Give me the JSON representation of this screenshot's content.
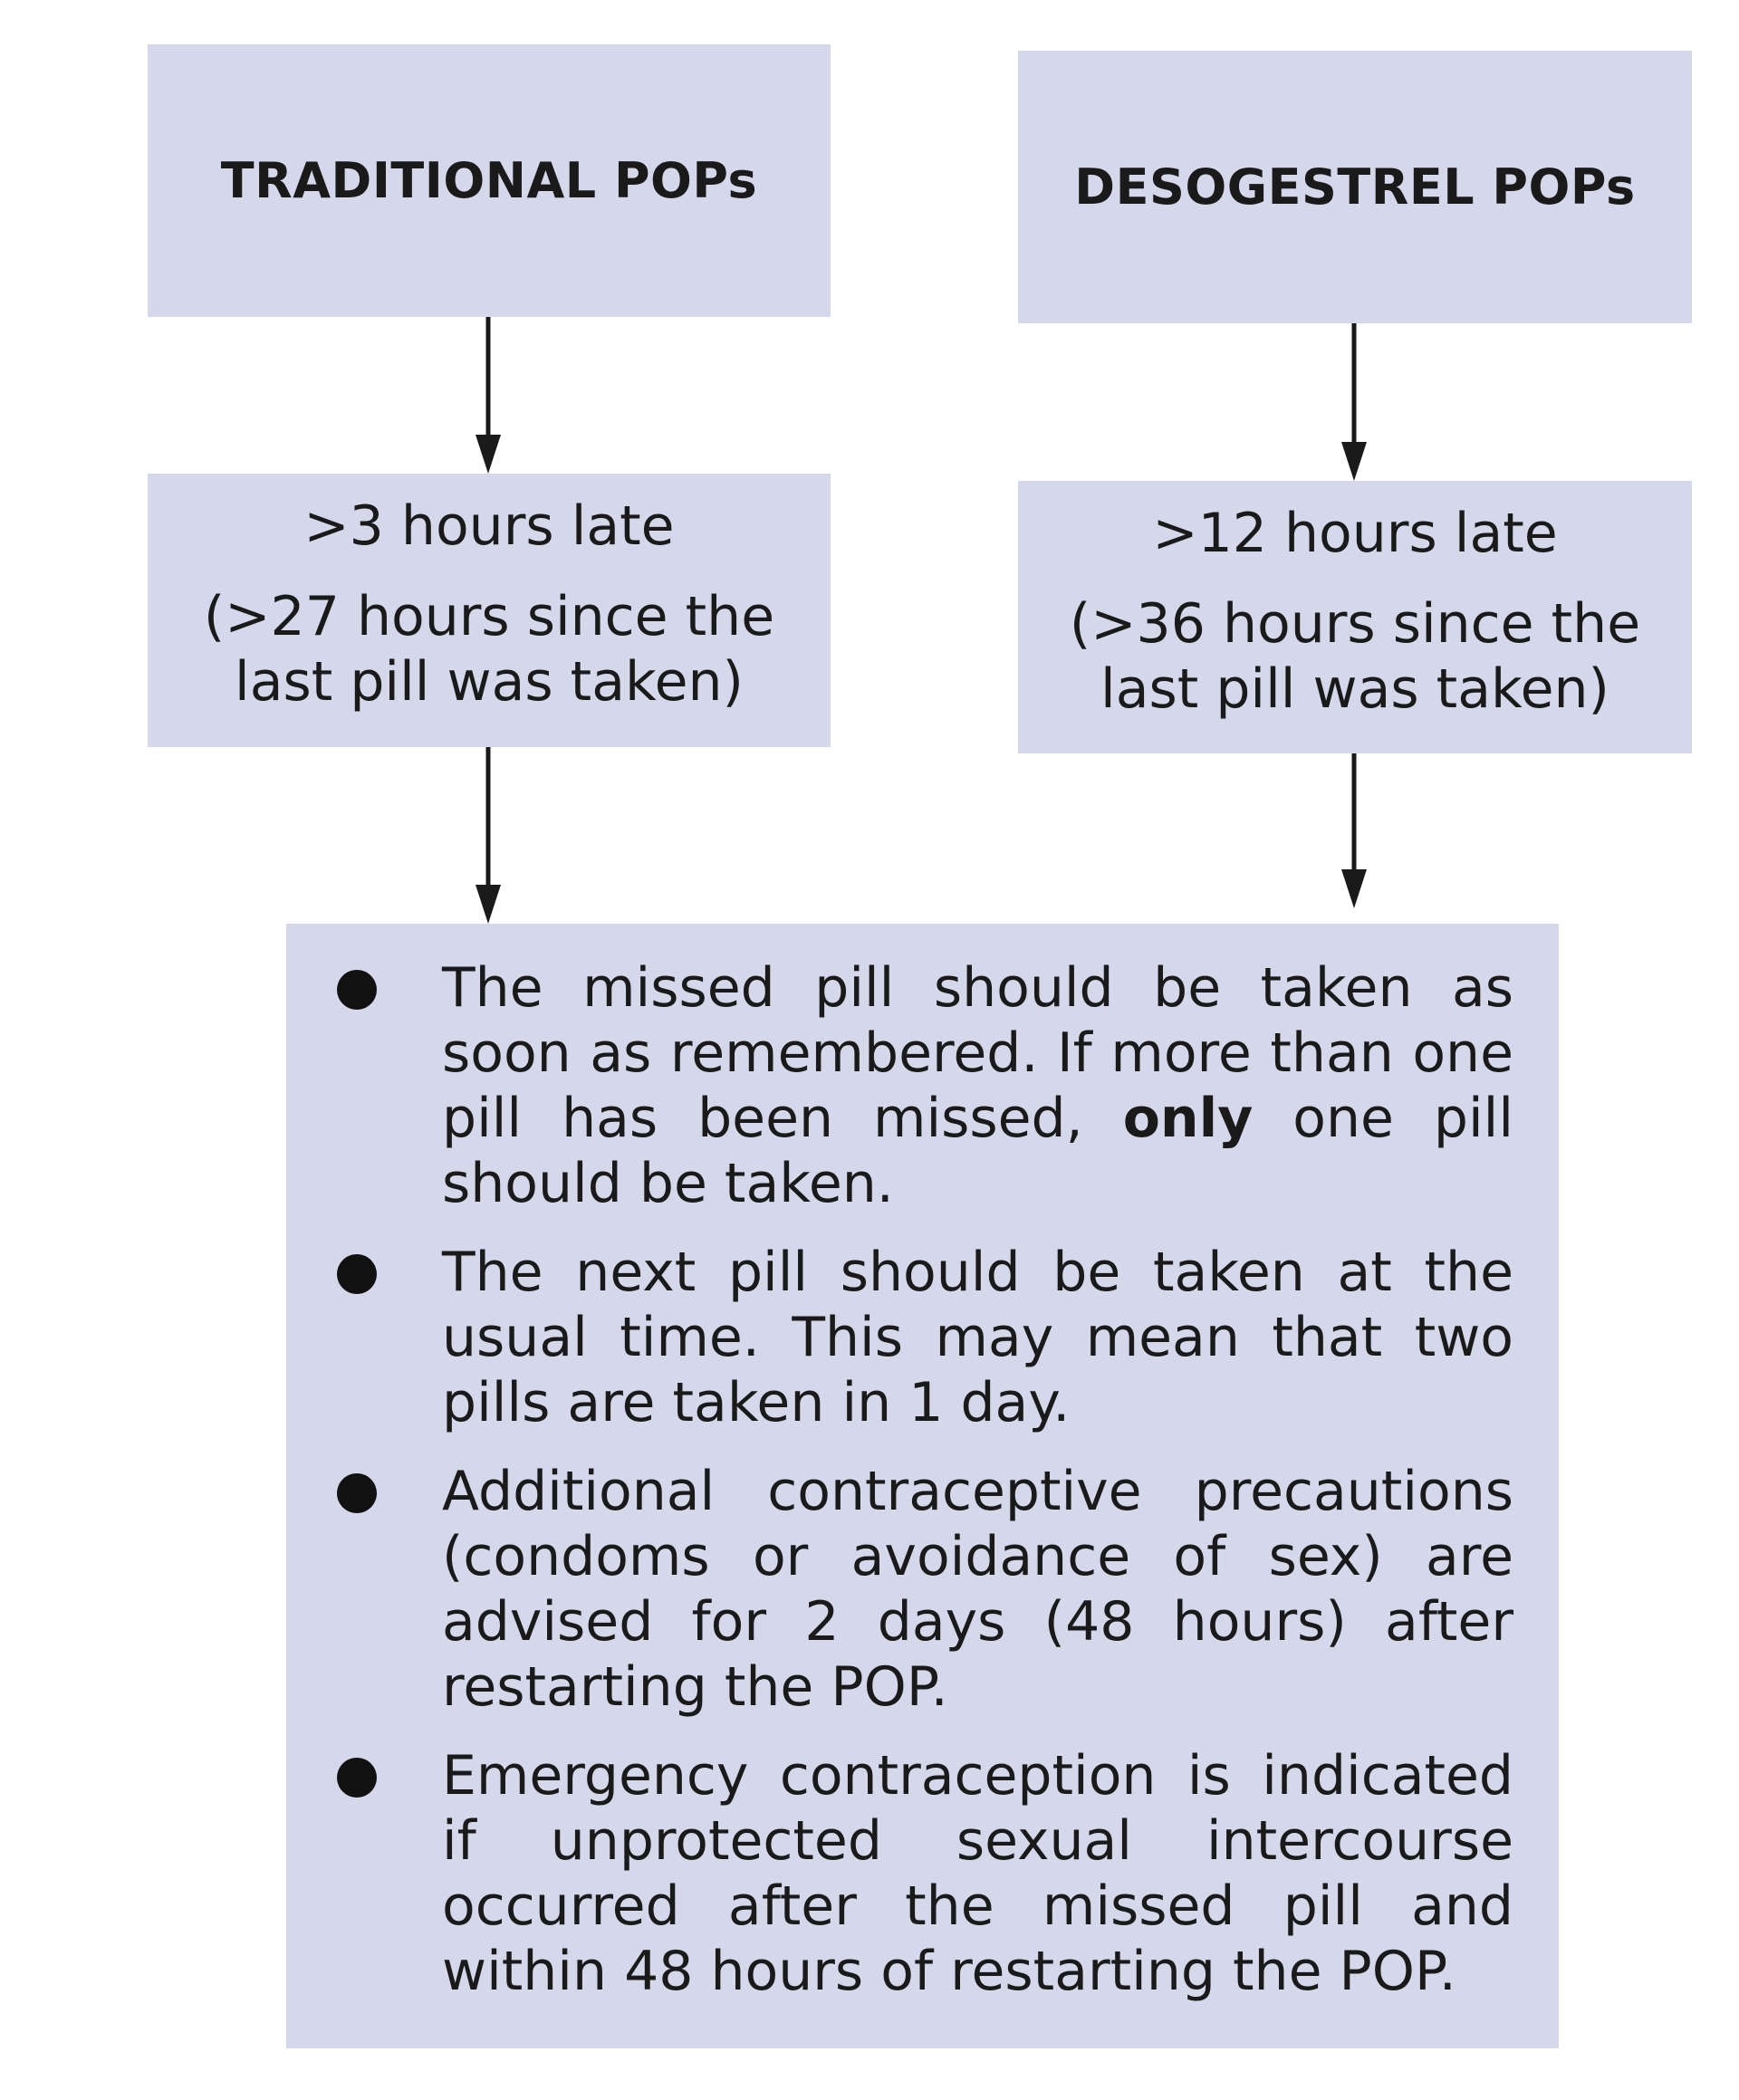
{
  "columns": [
    {
      "header": "TRADITIONAL POPs",
      "late_title": ">3 hours late",
      "late_detail": "(>27 hours since the last pill was taken)"
    },
    {
      "header": "DESOGESTREL POPs",
      "late_title": ">12 hours late",
      "late_detail": "(>36 hours since the last pill was taken)"
    }
  ],
  "advice": {
    "items": [
      {
        "text_before": "The missed pill should be taken as soon as remembered. If more than one pill has been missed, ",
        "emphasis": "only",
        "text_after": " one pill should be taken."
      },
      {
        "text_before": "The next pill should be taken at the usual time. This may mean that two pills are taken in 1 day.",
        "emphasis": "",
        "text_after": ""
      },
      {
        "text_before": "Additional contraceptive precautions (condoms or avoidance of sex) are advised for 2 days (48 hours) after restarting the POP.",
        "emphasis": "",
        "text_after": ""
      },
      {
        "text_before": "Emergency contraception is indicated if unprotected sexual intercourse occurred after the missed pill and within 48 hours of restarting the POP.",
        "emphasis": "",
        "text_after": ""
      }
    ]
  },
  "colors": {
    "box_fill": "#d5d7ea",
    "arrow": "#1a1a1a",
    "text": "#1a1a1a"
  }
}
